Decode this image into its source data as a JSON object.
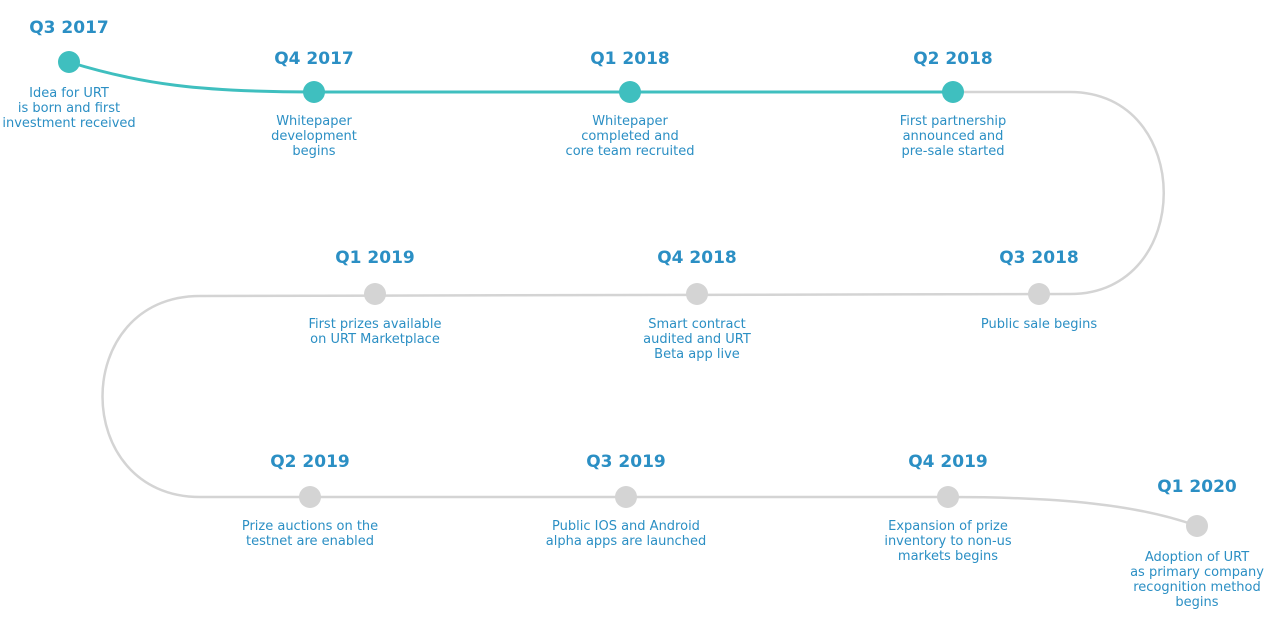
{
  "colors": {
    "done": "#3fbfbf",
    "pending": "#d4d4d4",
    "text": "#2b8fc4"
  },
  "milestones": [
    {
      "quarter": "Q3 2017",
      "description": "Idea for URT\nis born and first\ninvestment received",
      "completed": true
    },
    {
      "quarter": "Q4 2017",
      "description": "Whitepaper\ndevelopment\nbegins",
      "completed": true
    },
    {
      "quarter": "Q1 2018",
      "description": "Whitepaper\ncompleted and\ncore team recruited",
      "completed": true
    },
    {
      "quarter": "Q2 2018",
      "description": "First partnership\nannounced and\npre-sale started",
      "completed": true
    },
    {
      "quarter": "Q3 2018",
      "description": "Public sale begins",
      "completed": false
    },
    {
      "quarter": "Q4 2018",
      "description": "Smart contract\naudited and URT\nBeta app live",
      "completed": false
    },
    {
      "quarter": "Q1 2019",
      "description": "First prizes available\non URT Marketplace",
      "completed": false
    },
    {
      "quarter": "Q2 2019",
      "description": "Prize auctions on the\ntestnet are enabled",
      "completed": false
    },
    {
      "quarter": "Q3 2019",
      "description": "Public IOS and Android\nalpha apps are launched",
      "completed": false
    },
    {
      "quarter": "Q4 2019",
      "description": "Expansion of prize\ninventory to non-us\nmarkets begins",
      "completed": false
    },
    {
      "quarter": "Q1 2020",
      "description": "Adoption of URT\nas primary company\nrecognition method\nbegins",
      "completed": false
    }
  ]
}
